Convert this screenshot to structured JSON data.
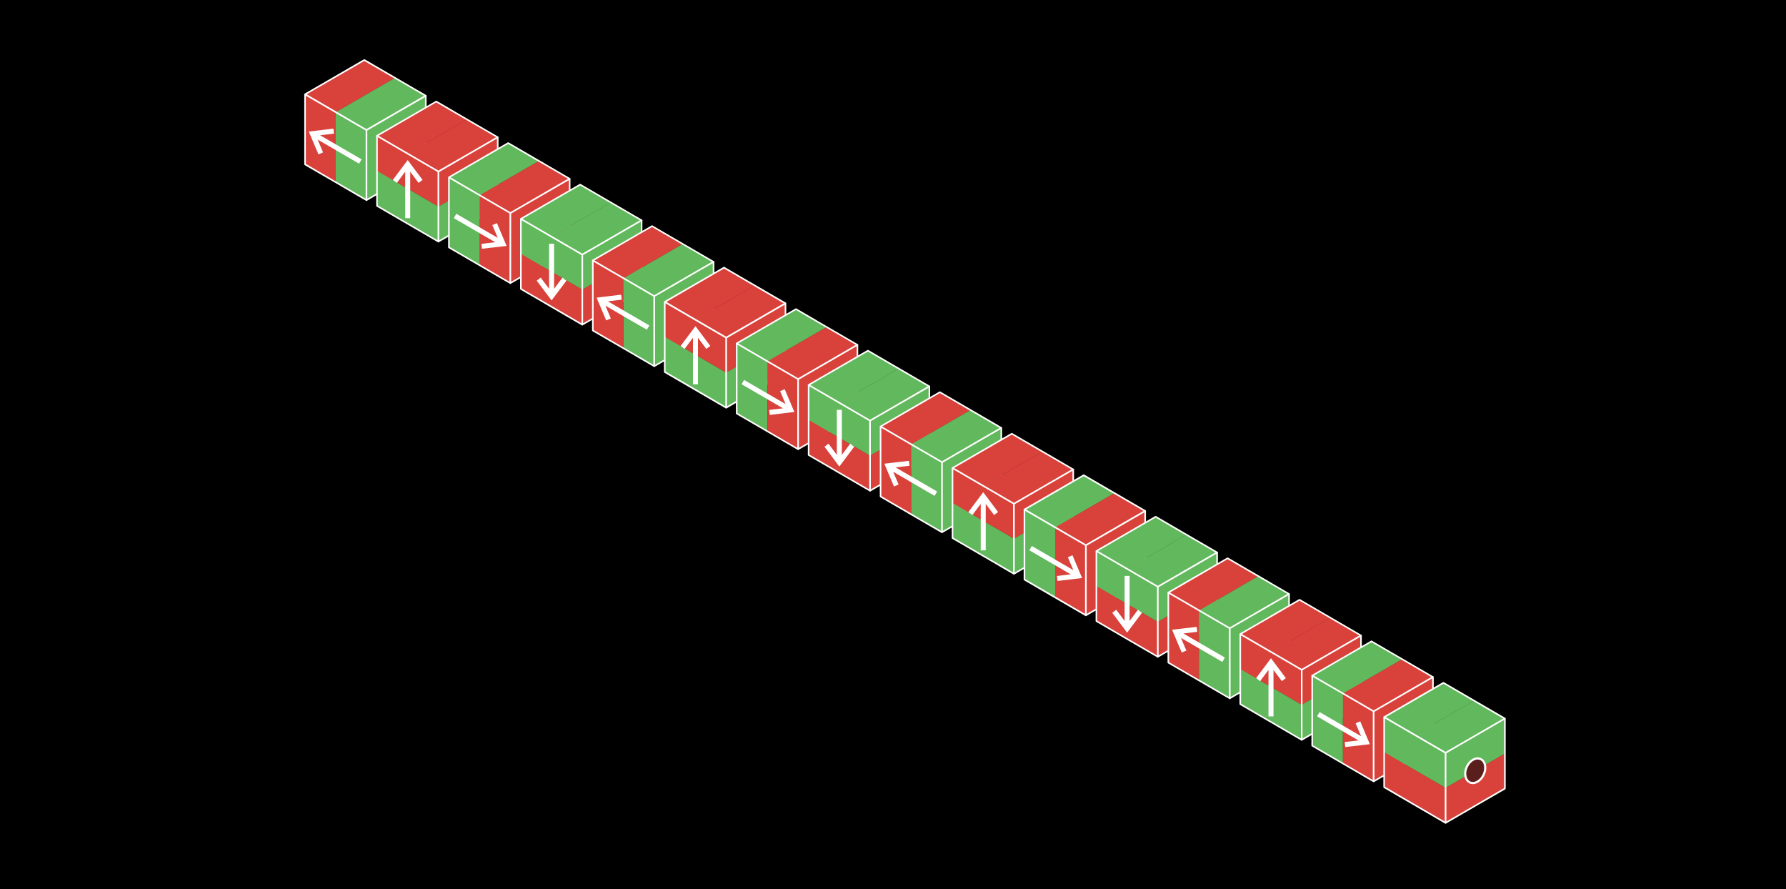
{
  "colors": {
    "background": "#000000",
    "red": "#D9413B",
    "green": "#62B85C",
    "edge": "#FFFFFF",
    "arrow": "#FFFFFF"
  },
  "diagram": {
    "cube_count": 16,
    "arrow_cycle": [
      "left",
      "up",
      "right",
      "down"
    ],
    "cubes": [
      {
        "arrow": "left-arrow-icon",
        "dir": "left"
      },
      {
        "arrow": "up-arrow-icon",
        "dir": "up"
      },
      {
        "arrow": "right-arrow-icon",
        "dir": "right"
      },
      {
        "arrow": "down-arrow-icon",
        "dir": "down"
      },
      {
        "arrow": "left-arrow-icon",
        "dir": "left"
      },
      {
        "arrow": "up-arrow-icon",
        "dir": "up"
      },
      {
        "arrow": "right-arrow-icon",
        "dir": "right"
      },
      {
        "arrow": "down-arrow-icon",
        "dir": "down"
      },
      {
        "arrow": "left-arrow-icon",
        "dir": "left"
      },
      {
        "arrow": "up-arrow-icon",
        "dir": "up"
      },
      {
        "arrow": "right-arrow-icon",
        "dir": "right"
      },
      {
        "arrow": "down-arrow-icon",
        "dir": "down"
      },
      {
        "arrow": "left-arrow-icon",
        "dir": "left"
      },
      {
        "arrow": "up-arrow-icon",
        "dir": "up"
      },
      {
        "arrow": "right-arrow-icon",
        "dir": "right"
      },
      {
        "arrow": "ring-icon",
        "dir": "end"
      }
    ]
  }
}
